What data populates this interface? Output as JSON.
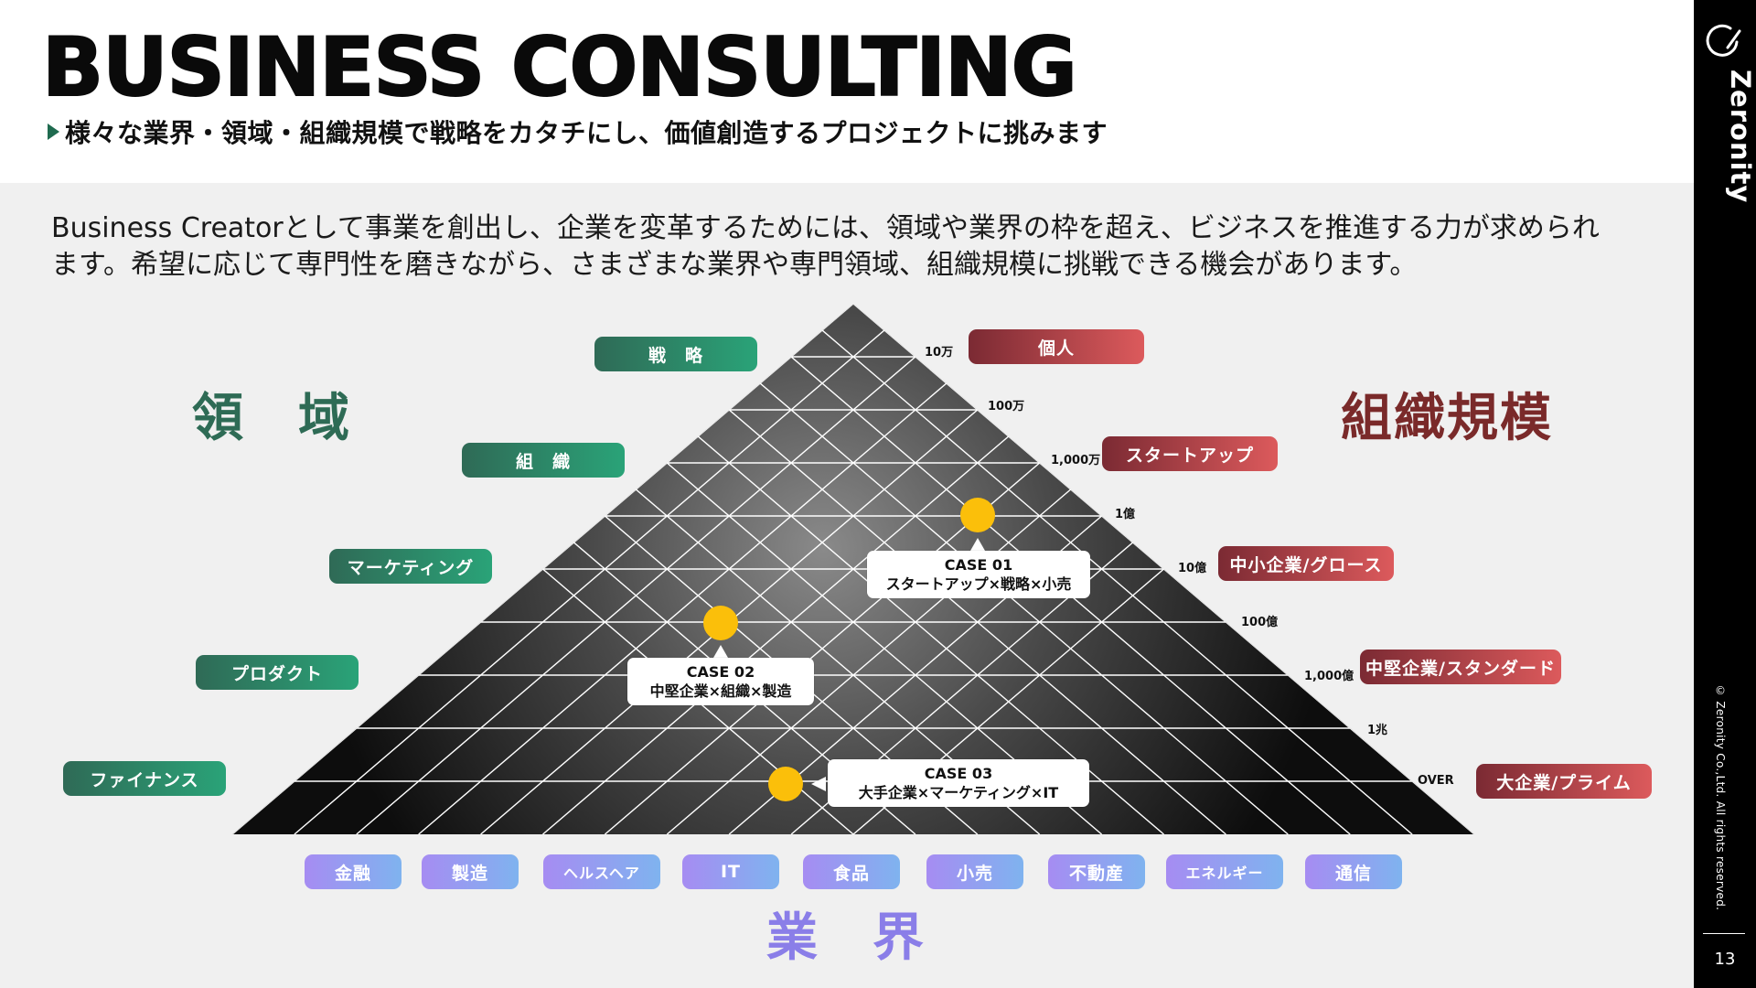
{
  "header": {
    "title": "BUSINESS CONSULTING",
    "subtitle": "様々な業界・領域・組織規模で戦略をカタチにし、価値創造するプロジェクトに挑みます"
  },
  "intro": "Business Creatorとして事業を創出し、企業を変革するためには、領域や業界の枠を超え、ビジネスを推進する力が求められます。希望に応じて専門性を磨きながら、さまざまな業界や専門領域、組織規模に挑戦できる機会があります。",
  "categories": {
    "domain": "領　域",
    "organization_scale": "組織規模",
    "industry": "業　界"
  },
  "domain_tags": [
    "戦　略",
    "組　織",
    "マーケティング",
    "プロダクト",
    "ファイナンス"
  ],
  "scale_labels": [
    "10万",
    "100万",
    "1,000万",
    "1億",
    "10億",
    "100億",
    "1,000億",
    "1兆",
    "OVER"
  ],
  "organization_tags": [
    "個人",
    "スタートアップ",
    "中小企業/グロース",
    "中堅企業/スタンダード",
    "大企業/プライム"
  ],
  "industry_tags": [
    "金融",
    "製造",
    "ヘルスヘア",
    "IT",
    "食品",
    "小売",
    "不動産",
    "エネルギー",
    "通信"
  ],
  "cases": [
    {
      "title": "CASE 01",
      "desc": "スタートアップ×戦略×小売"
    },
    {
      "title": "CASE 02",
      "desc": "中堅企業×組織×製造"
    },
    {
      "title": "CASE 03",
      "desc": "大手企業×マーケティング×IT"
    }
  ],
  "colors": {
    "domain_green": "#2e6b55",
    "org_red": "#7a2a2a",
    "industry_purple": "#8a7ee8",
    "case_dot": "#fbbf0a"
  },
  "sidebar": {
    "brand": "Zeronity",
    "copyright": "© Zeronity Co.,Ltd. All rights reserved.",
    "page_number": "13",
    "logo_icon": "zeronity-logo-icon"
  }
}
